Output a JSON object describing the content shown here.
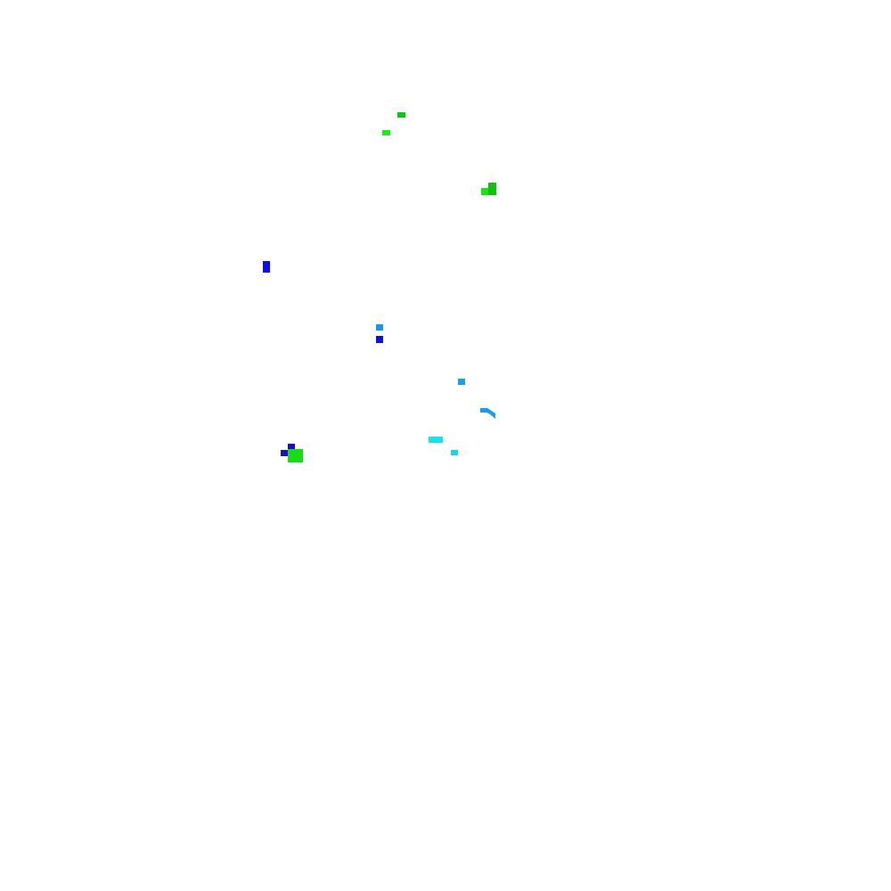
{
  "canvas": {
    "background": "#ffffff"
  },
  "blobs": [
    {
      "name": "green-blob-1",
      "color": "#11c411"
    },
    {
      "name": "green-blob-2",
      "color": "#16f016"
    },
    {
      "name": "green-blob-3a",
      "color": "#12c012"
    },
    {
      "name": "green-blob-3b",
      "color": "#18e418"
    },
    {
      "name": "blue-blob-1",
      "color": "#0c0cf6"
    },
    {
      "name": "skyblue-blob-1",
      "color": "#1799e6"
    },
    {
      "name": "blue-blob-2",
      "color": "#1010d8"
    },
    {
      "name": "skyblue-blob-2",
      "color": "#16a2e6"
    },
    {
      "name": "cyan-blob-1",
      "color": "#16e2ee"
    },
    {
      "name": "cyan-blob-2",
      "color": "#17d6ee"
    },
    {
      "name": "blue-blob-3a",
      "color": "#1212c0"
    },
    {
      "name": "blue-blob-3b",
      "color": "#1212d0"
    },
    {
      "name": "green-blob-4",
      "color": "#18dc18"
    },
    {
      "name": "skyblue-arc",
      "color": "#1a9ee6"
    }
  ]
}
